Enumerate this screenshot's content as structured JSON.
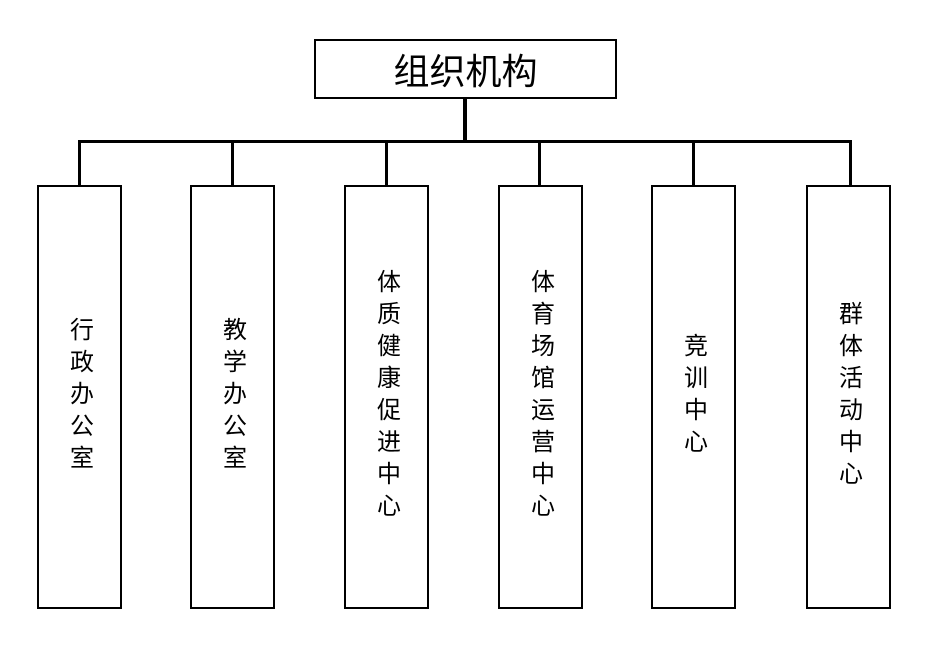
{
  "org_chart": {
    "root": "组织机构",
    "departments": [
      {
        "label": "行政办公室"
      },
      {
        "label": "教学办公室"
      },
      {
        "label": "体质健康促进中心"
      },
      {
        "label": "体育场馆运营中心"
      },
      {
        "label": "竞训中心"
      },
      {
        "label": "群体活动中心"
      }
    ]
  },
  "colors": {
    "line": "#000000",
    "box_border": "#000000",
    "background": "#ffffff"
  }
}
